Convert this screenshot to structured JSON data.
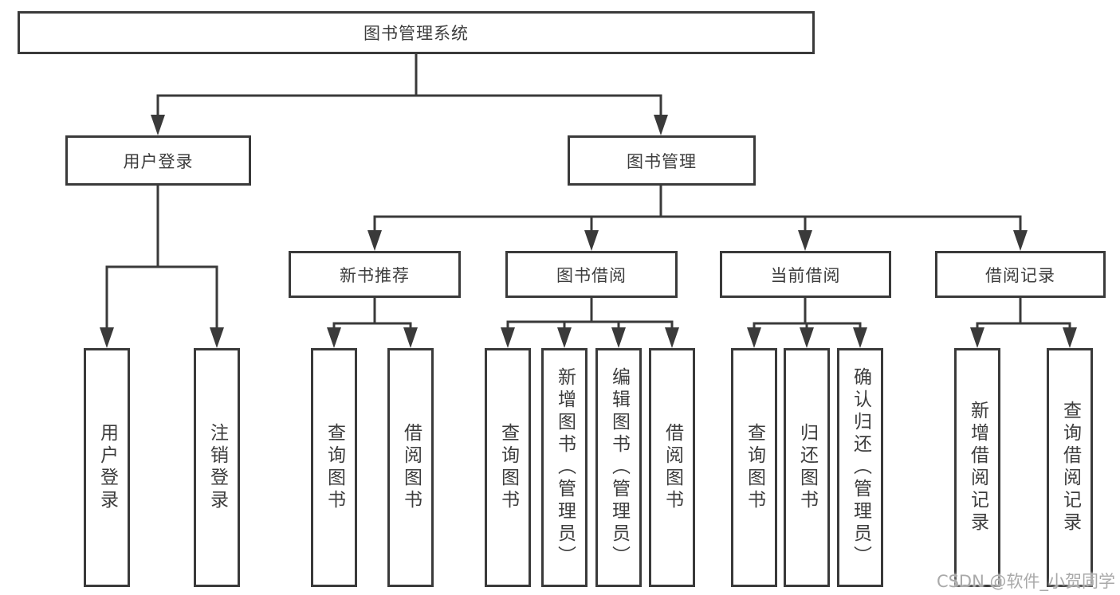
{
  "diagram_title": "图书管理系统",
  "colors": {
    "line": "#3a3a3a",
    "box_border": "#3a3a3a",
    "text": "#3d3d3d",
    "background": "#ffffff",
    "watermark": "#a9a9a9"
  },
  "tree": {
    "root": {
      "label": "图书管理系统"
    },
    "level2": [
      {
        "label": "用户登录"
      },
      {
        "label": "图书管理"
      }
    ],
    "level3": [
      {
        "label": "新书推荐",
        "parent": "图书管理"
      },
      {
        "label": "图书借阅",
        "parent": "图书管理"
      },
      {
        "label": "当前借阅",
        "parent": "图书管理"
      },
      {
        "label": "借阅记录",
        "parent": "图书管理"
      }
    ],
    "leaves": [
      {
        "label": "用户登录",
        "parent": "用户登录"
      },
      {
        "label": "注销登录",
        "parent": "用户登录"
      },
      {
        "label": "查询图书",
        "parent": "新书推荐"
      },
      {
        "label": "借阅图书",
        "parent": "新书推荐"
      },
      {
        "label": "查询图书",
        "parent": "图书借阅"
      },
      {
        "label": "新增图书（管理员）",
        "parent": "图书借阅"
      },
      {
        "label": "编辑图书（管理员）",
        "parent": "图书借阅"
      },
      {
        "label": "借阅图书",
        "parent": "图书借阅"
      },
      {
        "label": "查询图书",
        "parent": "当前借阅"
      },
      {
        "label": "归还图书",
        "parent": "当前借阅"
      },
      {
        "label": "确认归还（管理员）",
        "parent": "当前借阅"
      },
      {
        "label": "新增借阅记录",
        "parent": "借阅记录"
      },
      {
        "label": "查询借阅记录",
        "parent": "借阅记录"
      }
    ]
  },
  "watermark": {
    "text": "CSDN @软件_小贺同学"
  }
}
